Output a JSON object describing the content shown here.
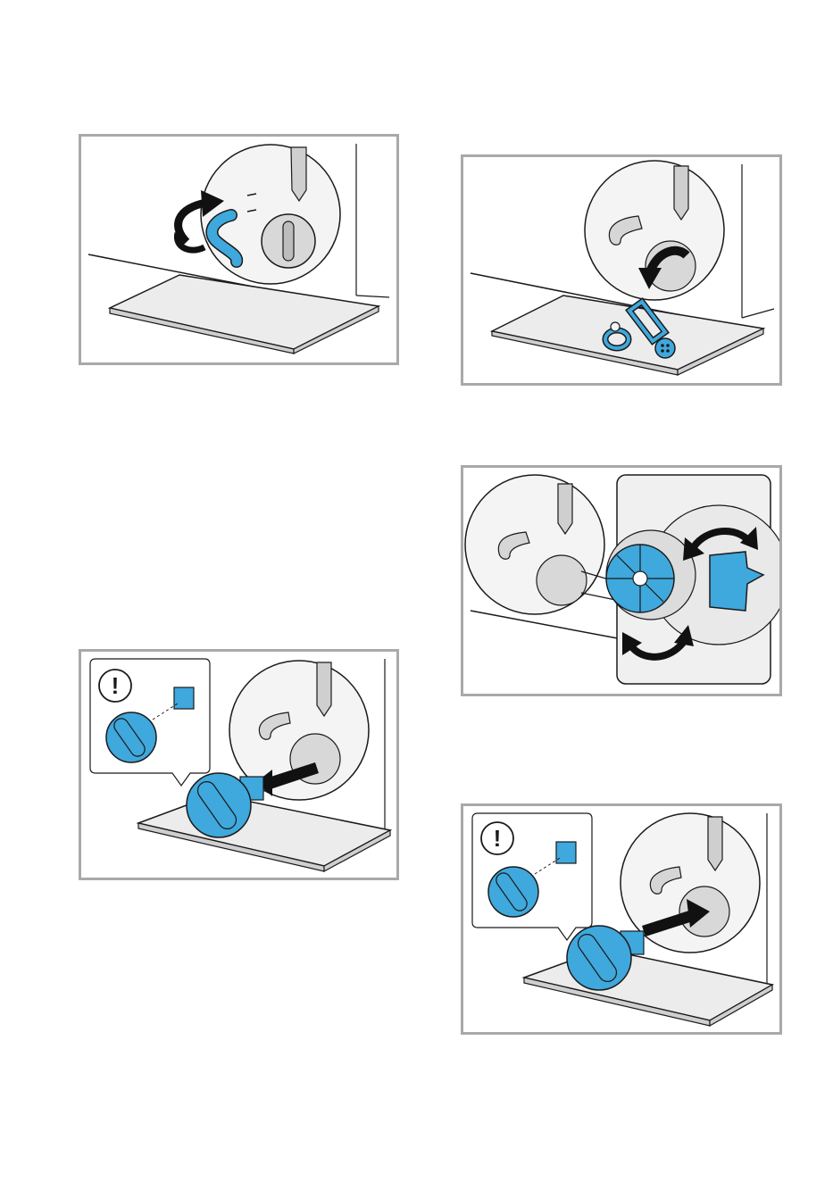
{
  "document": {
    "panels": [
      {
        "id": "step-1",
        "icon": "drain-hose-unhook"
      },
      {
        "id": "step-2",
        "icon": "pump-cap-remove-foreign-objects"
      },
      {
        "id": "step-3",
        "icon": "pump-impeller-rotate-check"
      },
      {
        "id": "step-4",
        "icon": "pump-cap-pull-out"
      },
      {
        "id": "step-5",
        "icon": "pump-cap-insert"
      }
    ],
    "warning_symbol": "!",
    "colors": {
      "accent_blue": "#3fa8dc",
      "outline": "#1a1a1a",
      "frame": "#a9a9a9",
      "arrow": "#111111",
      "gray_fill": "#e0e0e0"
    }
  }
}
